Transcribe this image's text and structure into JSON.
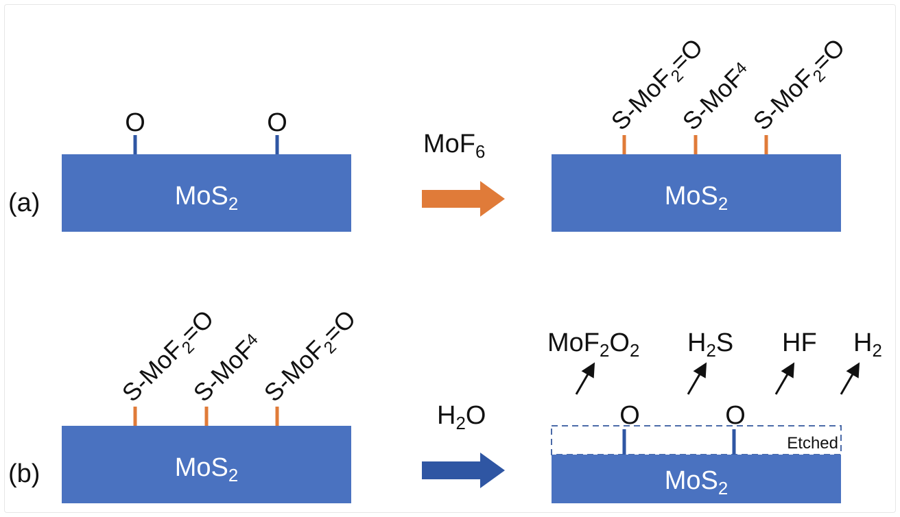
{
  "panel_a": {
    "label": "(a)",
    "before": {
      "block": "MoS",
      "block_sub": "2",
      "sites": [
        "O",
        "O"
      ]
    },
    "reagent": {
      "text": "MoF",
      "sub": "6"
    },
    "after": {
      "block": "MoS",
      "block_sub": "2",
      "sites": [
        {
          "pre": "S-MoF",
          "sub": "2",
          "post": "=O"
        },
        {
          "pre": "S-MoF",
          "sub": "4",
          "post": ""
        },
        {
          "pre": "S-MoF",
          "sub": "2",
          "post": "=O"
        }
      ]
    }
  },
  "panel_b": {
    "label": "(b)",
    "before": {
      "block": "MoS",
      "block_sub": "2",
      "sites": [
        {
          "pre": "S-MoF",
          "sub": "2",
          "post": "=O"
        },
        {
          "pre": "S-MoF",
          "sub": "4",
          "post": ""
        },
        {
          "pre": "S-MoF",
          "sub": "2",
          "post": "=O"
        }
      ]
    },
    "reagent": {
      "pre": "H",
      "sub": "2",
      "post": "O"
    },
    "after": {
      "block": "MoS",
      "block_sub": "2",
      "sites": [
        "O",
        "O"
      ],
      "etched_label": "Etched",
      "products": [
        {
          "p1": "MoF",
          "s1": "2",
          "p2": "O",
          "s2": "2",
          "p3": ""
        },
        {
          "p1": "H",
          "s1": "2",
          "p2": "S",
          "s2": "",
          "p3": ""
        },
        {
          "p1": "HF",
          "s1": "",
          "p2": "",
          "s2": "",
          "p3": ""
        },
        {
          "p1": "H",
          "s1": "2",
          "p2": "",
          "s2": "",
          "p3": ""
        }
      ]
    }
  },
  "colors": {
    "block": "#4a72c0",
    "block_text": "#ffffff",
    "bond_oxygen": "#2f56a3",
    "bond_fluoride": "#e07b39",
    "arrow_a": "#e07b39",
    "arrow_b": "#2f56a3",
    "etched_border": "#4a6aa8"
  }
}
